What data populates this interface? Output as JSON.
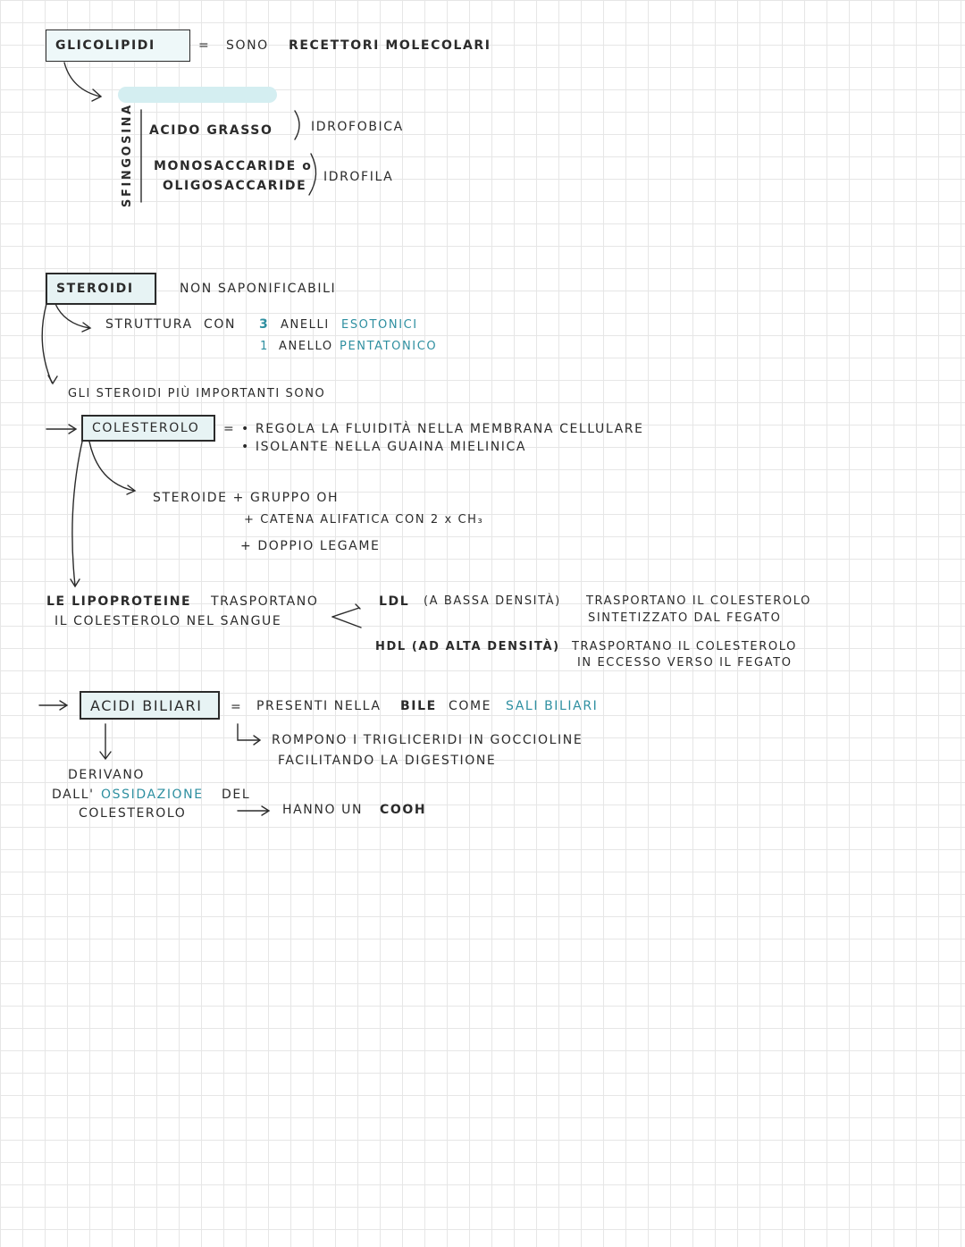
{
  "glicolipidi": {
    "heading": "GLICOLIPIDI",
    "equals": "=",
    "definition_a": "SONO",
    "definition_b": "RECETTORI MOLECOLARI",
    "sfingosina": "SFINGOSINA",
    "acido_grasso": "ACIDO GRASSO",
    "idrofobica": "IDROFOBICA",
    "monosaccaride_line1": "MONOSACCARIDE o",
    "monosaccaride_line2": "OLIGOSACCARIDE",
    "idrofila": "IDROFILA"
  },
  "steroidi": {
    "heading": "STEROIDI",
    "non_saponificabili": "NON SAPONIFICABILI",
    "struttura": "STRUTTURA",
    "con": "CON",
    "anelli_num": "3",
    "anelli_text": "ANELLI",
    "esotonici": "ESOTONICI",
    "anello_num": "1",
    "anello_text": "ANELLO",
    "pentatonico": "PENTATONICO",
    "piu_importanti": "GLI STEROIDI PIÙ IMPORTANTI SONO"
  },
  "colesterolo": {
    "heading": "COLESTEROLO",
    "equals": "=",
    "bullet1": "• REGOLA LA FLUIDITÀ NELLA MEMBRANA CELLULARE",
    "bullet2": "• ISOLANTE NELLA GUAINA MIELINICA",
    "comp1": "STEROIDE + GRUPPO OH",
    "comp2": "+ CATENA ALIFATICA CON 2 x CH₃",
    "comp3": "+ DOPPIO LEGAME"
  },
  "lipoproteine": {
    "line1_bold": "LE LIPOPROTEINE",
    "line1_rest": "TRASPORTANO",
    "line2": "IL COLESTEROLO NEL SANGUE",
    "ldl_bold": "LDL",
    "ldl_mid": "(A BASSA DENSITÀ)",
    "ldl_rest": "TRASPORTANO IL COLESTEROLO",
    "ldl_line2": "SINTETIZZATO DAL FEGATO",
    "hdl_bold": "HDL (AD ALTA DENSITÀ)",
    "hdl_rest": "TRASPORTANO IL COLESTEROLO",
    "hdl_line2": "IN ECCESSO VERSO IL FEGATO"
  },
  "acidi_biliari": {
    "heading": "ACIDI BILIARI",
    "equals": "=",
    "presenti": "PRESENTI NELLA",
    "bile": "BILE",
    "come": "COME",
    "sali": "SALI BILIARI",
    "rompono1": "ROMPONO I TRIGLICERIDI IN GOCCIOLINE",
    "rompono2": "FACILITANDO LA DIGESTIONE",
    "derivano": "DERIVANO",
    "dall": "DALL'",
    "ossidazione": "OSSIDAZIONE",
    "del": "DEL",
    "colesterolo": "COLESTEROLO",
    "hanno": "HANNO UN",
    "cooh": "COOH"
  }
}
